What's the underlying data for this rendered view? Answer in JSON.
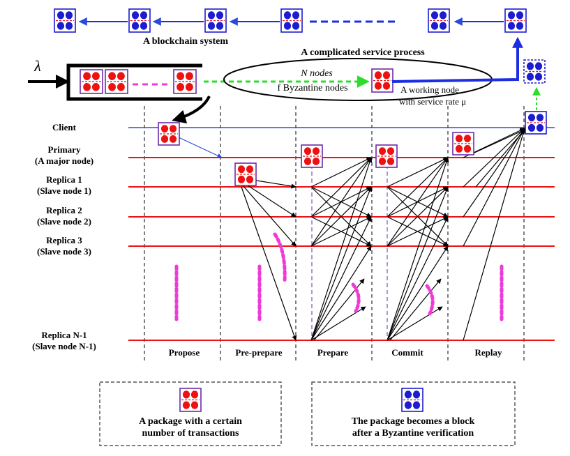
{
  "header": {
    "blockchain_label": "A blockchain system",
    "service_process_label": "A complicated service process"
  },
  "queue": {
    "arrival_symbol": "λ",
    "nodes_label": "N nodes",
    "byzantine_label": "f Byzantine nodes",
    "working_node_label_1": "A working node",
    "working_node_label_2": "with service rate μ"
  },
  "rows": [
    {
      "id": "client",
      "line1": "Client",
      "line2": ""
    },
    {
      "id": "primary",
      "line1": "Primary",
      "line2": "(A major node)"
    },
    {
      "id": "replica1",
      "line1": "Replica 1",
      "line2": "(Slave node 1)"
    },
    {
      "id": "replica2",
      "line1": "Replica 2",
      "line2": "(Slave node 2)"
    },
    {
      "id": "replica3",
      "line1": "Replica 3",
      "line2": "(Slave node 3)"
    },
    {
      "id": "replicaN1",
      "line1": "Replica N-1",
      "line2": "(Slave node N-1)"
    }
  ],
  "phases": [
    "Propose",
    "Pre-prepare",
    "Prepare",
    "Commit",
    "Replay"
  ],
  "legend": {
    "package_line1": "A package with a certain",
    "package_line2": "number of transactions",
    "block_line1": "The package becomes a block",
    "block_line2": "after a Byzantine verification"
  },
  "colors": {
    "package_fill": "#ee1111",
    "package_border": "#6a2aa8",
    "block_fill": "#1c1cd0",
    "block_border": "#1c1cd0",
    "timeline_red": "#ee1111",
    "client_line": "#2a4bd8",
    "dots_magenta": "#ee3ad8",
    "green_arrow": "#2edc2e",
    "arrow_black": "#000000"
  }
}
